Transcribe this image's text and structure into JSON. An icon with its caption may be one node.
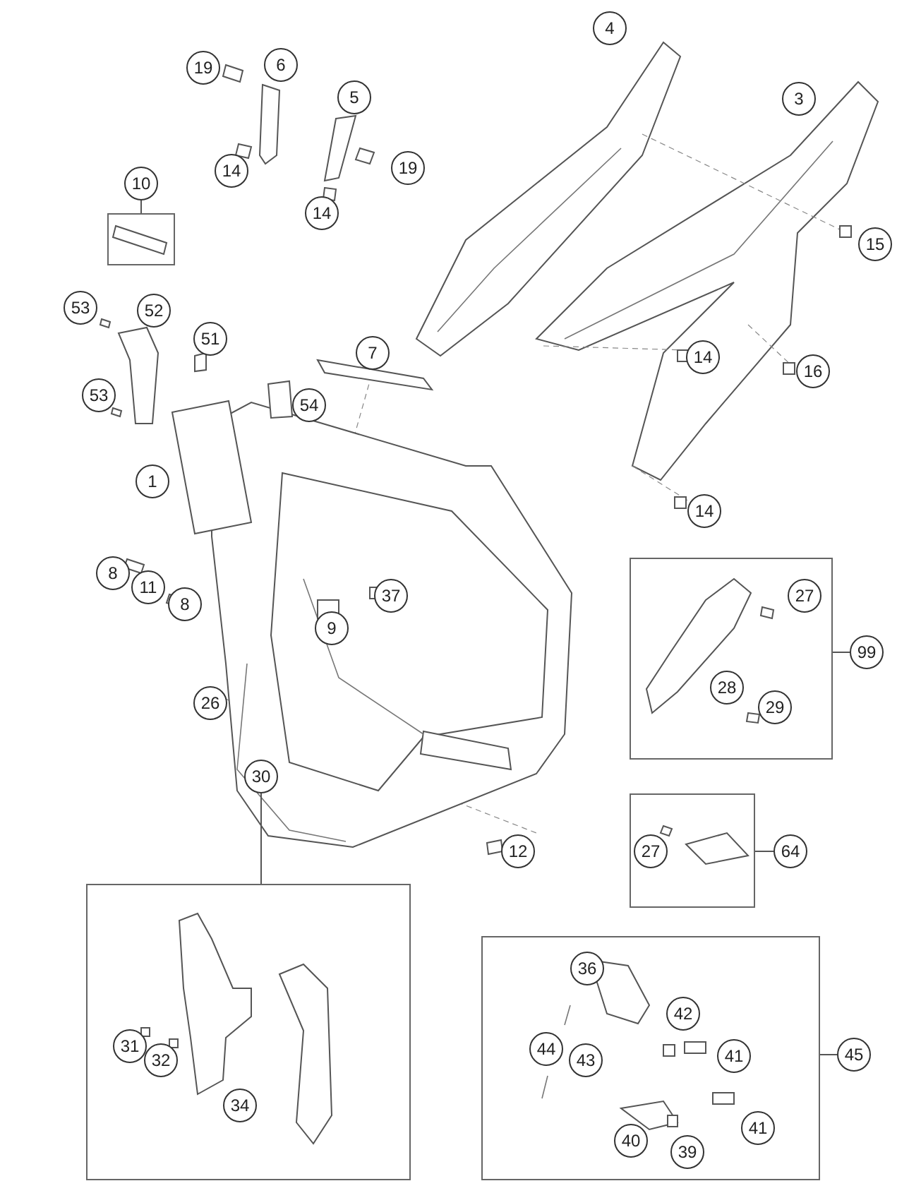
{
  "diagram": {
    "nodes": [
      {
        "text": [
          "4"
        ]
      },
      {
        "text": [
          "19"
        ]
      },
      {
        "text": [
          "6"
        ]
      },
      {
        "text": [
          "5"
        ]
      },
      {
        "text": [
          "3"
        ]
      },
      {
        "text": [
          "14"
        ]
      },
      {
        "text": [
          "19"
        ]
      },
      {
        "text": [
          "14"
        ]
      },
      {
        "text": [
          "15"
        ]
      },
      {
        "text": [],
        "shape": "box"
      },
      {
        "text": [
          "10"
        ]
      },
      {
        "text": [
          "53"
        ]
      },
      {
        "text": [
          "52"
        ]
      },
      {
        "text": [
          "51"
        ]
      },
      {
        "text": [
          "14"
        ]
      },
      {
        "text": [
          "7"
        ]
      },
      {
        "text": [
          "16"
        ]
      },
      {
        "text": [
          "53"
        ]
      },
      {
        "text": [
          "54"
        ]
      },
      {
        "text": [
          "1"
        ]
      },
      {
        "text": [
          "14"
        ]
      },
      {
        "text": [],
        "shape": "box"
      },
      {
        "text": [
          "27"
        ],
        "in": 21
      },
      {
        "text": [
          "99"
        ]
      },
      {
        "text": [
          "28"
        ],
        "in": 21
      },
      {
        "text": [
          "29"
        ],
        "in": 21
      },
      {
        "text": [
          "8"
        ]
      },
      {
        "text": [
          "11"
        ]
      },
      {
        "text": [
          "37"
        ]
      },
      {
        "text": [
          "8"
        ]
      },
      {
        "text": [
          "9"
        ]
      },
      {
        "text": [
          "26"
        ]
      },
      {
        "text": [
          "12"
        ]
      },
      {
        "text": [],
        "shape": "box"
      },
      {
        "text": [
          "27"
        ],
        "in": 33
      },
      {
        "text": [
          "64"
        ]
      },
      {
        "text": [
          "30"
        ]
      },
      {
        "text": [],
        "shape": "box"
      },
      {
        "text": [
          "31"
        ],
        "in": 37
      },
      {
        "text": [
          "32"
        ],
        "in": 37
      },
      {
        "text": [
          "34"
        ],
        "in": 37
      },
      {
        "text": [],
        "shape": "box"
      },
      {
        "text": [
          "36"
        ],
        "in": 41
      },
      {
        "text": [
          "42"
        ],
        "in": 41
      },
      {
        "text": [
          "44"
        ],
        "in": 41
      },
      {
        "text": [
          "41"
        ],
        "in": 41
      },
      {
        "text": [
          "45"
        ]
      },
      {
        "text": [
          "43"
        ],
        "in": 41
      },
      {
        "text": [
          "40"
        ],
        "in": 41
      },
      {
        "text": [
          "41"
        ],
        "in": 41
      },
      {
        "text": [
          "39"
        ],
        "in": 41
      }
    ],
    "edges": [
      {
        "from": 10,
        "to": 9,
        "arrow": "none"
      },
      {
        "from": 23,
        "to": 21,
        "arrow": "none"
      },
      {
        "from": 35,
        "to": 33,
        "arrow": "none"
      },
      {
        "from": 36,
        "to": 37,
        "arrow": "none"
      },
      {
        "from": 46,
        "to": 41,
        "arrow": "none"
      }
    ]
  }
}
